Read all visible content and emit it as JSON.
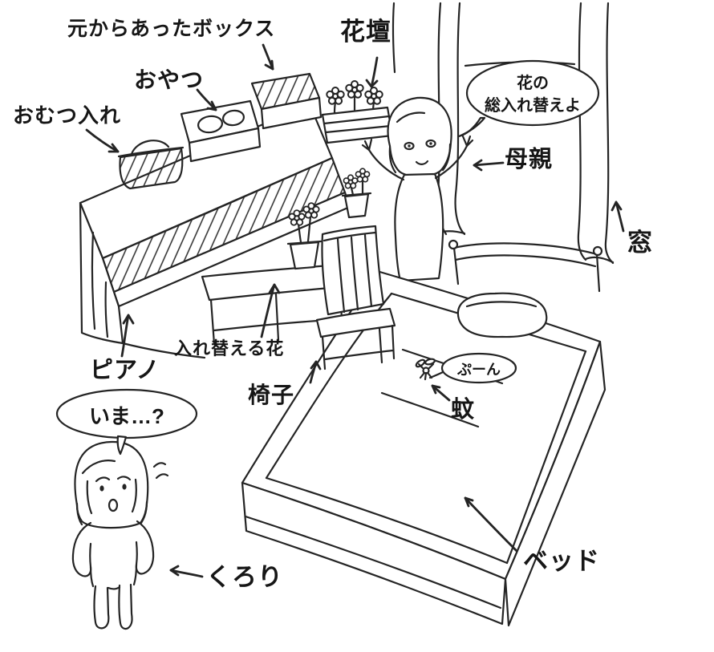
{
  "colors": {
    "ink": "#242424",
    "paper": "#ffffff"
  },
  "annotations": {
    "original_box": "元からあったボックス",
    "flower_bed": "花壇",
    "snacks": "おやつ",
    "diaper_storage": "おむつ入れ",
    "mother": "母親",
    "window": "窓",
    "piano": "ピアノ",
    "replacement_flowers": "入れ替える花",
    "chair": "椅子",
    "mosquito": "蚊",
    "bed": "ベッド",
    "kurori": "くろり"
  },
  "speech": {
    "mother_line1": "花の",
    "mother_line2": "総入れ替えよ",
    "kurori": "いま…?",
    "buzz": "ぷーん"
  }
}
